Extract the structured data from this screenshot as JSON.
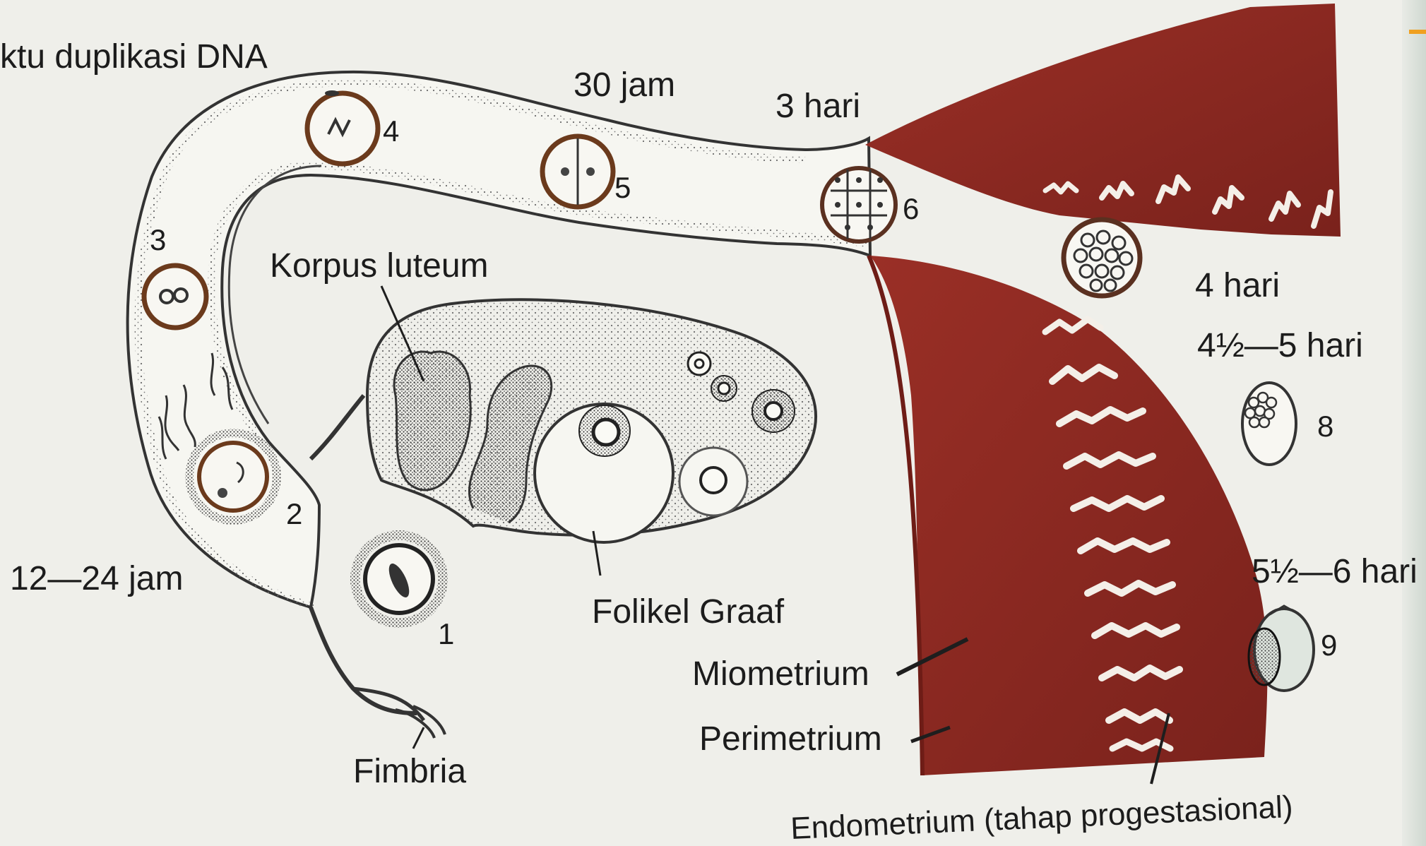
{
  "diagram": {
    "header_text": "ktu duplikasi DNA",
    "times": {
      "t_12_24": "12—24 jam",
      "t_30": "30 jam",
      "t_3": "3 hari",
      "t_4": "4 hari",
      "t_45": "4½—5 hari",
      "t_56": "5½—6 hari"
    },
    "stages": {
      "s1": "1",
      "s2": "2",
      "s3": "3",
      "s4": "4",
      "s5": "5",
      "s6": "6",
      "s8": "8",
      "s9": "9"
    },
    "structures": {
      "korpus_luteum": "Korpus luteum",
      "folikel_graaf": "Folikel Graaf",
      "fimbria": "Fimbria",
      "miometrium": "Miometrium",
      "perimetrium": "Perimetrium",
      "endometrium": "Endometrium (tahap progestasional)"
    }
  },
  "colors": {
    "uterus": "#8e2a22",
    "uterus_dark": "#6e1c16",
    "ring": "#6b3a1c",
    "line": "#2a2a2a",
    "accent": "#f0a020"
  }
}
